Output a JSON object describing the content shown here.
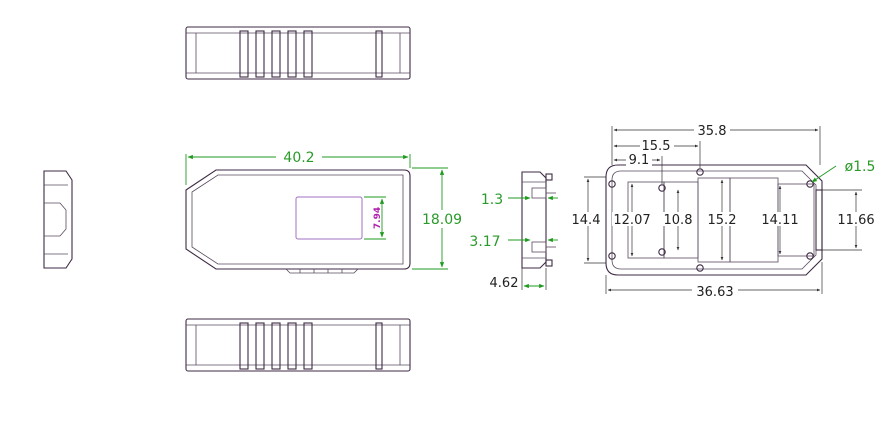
{
  "colors": {
    "outline": "#3d2a44",
    "dimension_green": "#1f9a1f",
    "dimension_text": "#222222",
    "highlight_purple": "#b020b0"
  },
  "front_view": {
    "length": "40.2",
    "height": "18.09",
    "window_height": "7.94"
  },
  "end_view": {
    "dim_upper": "1.3",
    "dim_lower": "3.17",
    "dim_width": "4.62"
  },
  "pcb_view": {
    "top_35_8": "35.8",
    "top_15_5": "15.5",
    "top_9_1": "9.1",
    "hole_diameter": "ø1.5",
    "h_14_4": "14.4",
    "h_12_07": "12.07",
    "h_10_8": "10.8",
    "h_15_2": "15.2",
    "h_14_11": "14.11",
    "h_11_66": "11.66",
    "bottom_36_63": "36.63"
  }
}
